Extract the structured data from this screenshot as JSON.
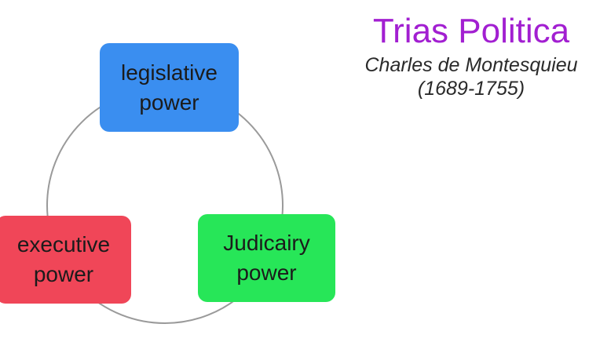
{
  "title": {
    "text": "Trias Politica",
    "color": "#a21fd1"
  },
  "subtitle": {
    "line1": "Charles de Montesquieu",
    "line2": "(1689-1755)"
  },
  "nodes": {
    "legislative": {
      "line1": "legislative",
      "line2": "power",
      "color": "#3a8ef0"
    },
    "executive": {
      "line1": "executive",
      "line2": "power",
      "color": "#f04658"
    },
    "judiciary": {
      "line1": "Judicairy",
      "line2": "power",
      "color": "#27e658"
    }
  },
  "connector_color": "#9a9a9a"
}
